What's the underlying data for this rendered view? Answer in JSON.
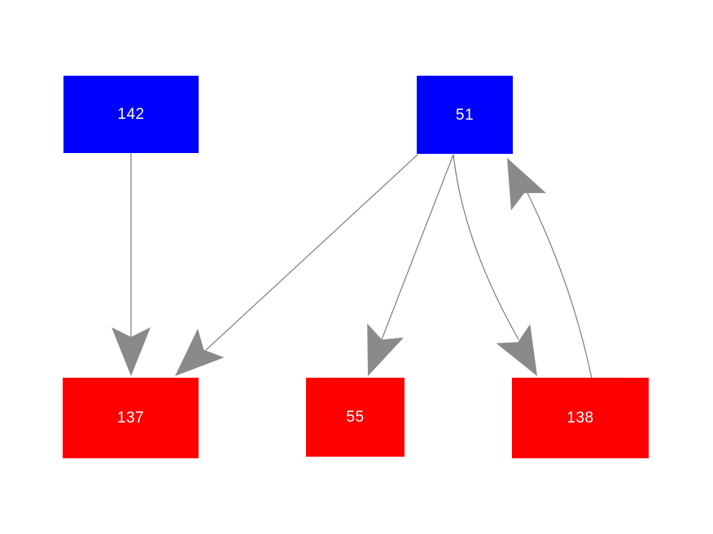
{
  "diagram": {
    "background": "#ffffff",
    "colors": {
      "source_node_fill": "#0000ff",
      "target_node_fill": "#ff0000",
      "arrow_stroke": "#7d7d7d",
      "arrowhead_fill": "#8a8a8a",
      "label_text": "#ffffff"
    },
    "nodes": [
      {
        "id": "142",
        "label": "142",
        "role": "source",
        "color": "#0000ff"
      },
      {
        "id": "51",
        "label": "51",
        "role": "source",
        "color": "#0000ff"
      },
      {
        "id": "137",
        "label": "137",
        "role": "target",
        "color": "#ff0000"
      },
      {
        "id": "55",
        "label": "55",
        "role": "target",
        "color": "#ff0000"
      },
      {
        "id": "138",
        "label": "138",
        "role": "target",
        "color": "#ff0000"
      }
    ],
    "edges": [
      {
        "from": "142",
        "to": "137",
        "style": "straight",
        "arrowhead": "filled-dart"
      },
      {
        "from": "51",
        "to": "137",
        "style": "straight",
        "arrowhead": "filled-dart"
      },
      {
        "from": "51",
        "to": "55",
        "style": "straight",
        "arrowhead": "filled-dart"
      },
      {
        "from": "51",
        "to": "138",
        "style": "curved",
        "arrowhead": "filled-dart"
      },
      {
        "from": "138",
        "to": "51",
        "style": "curved",
        "arrowhead": "filled-dart"
      }
    ]
  }
}
